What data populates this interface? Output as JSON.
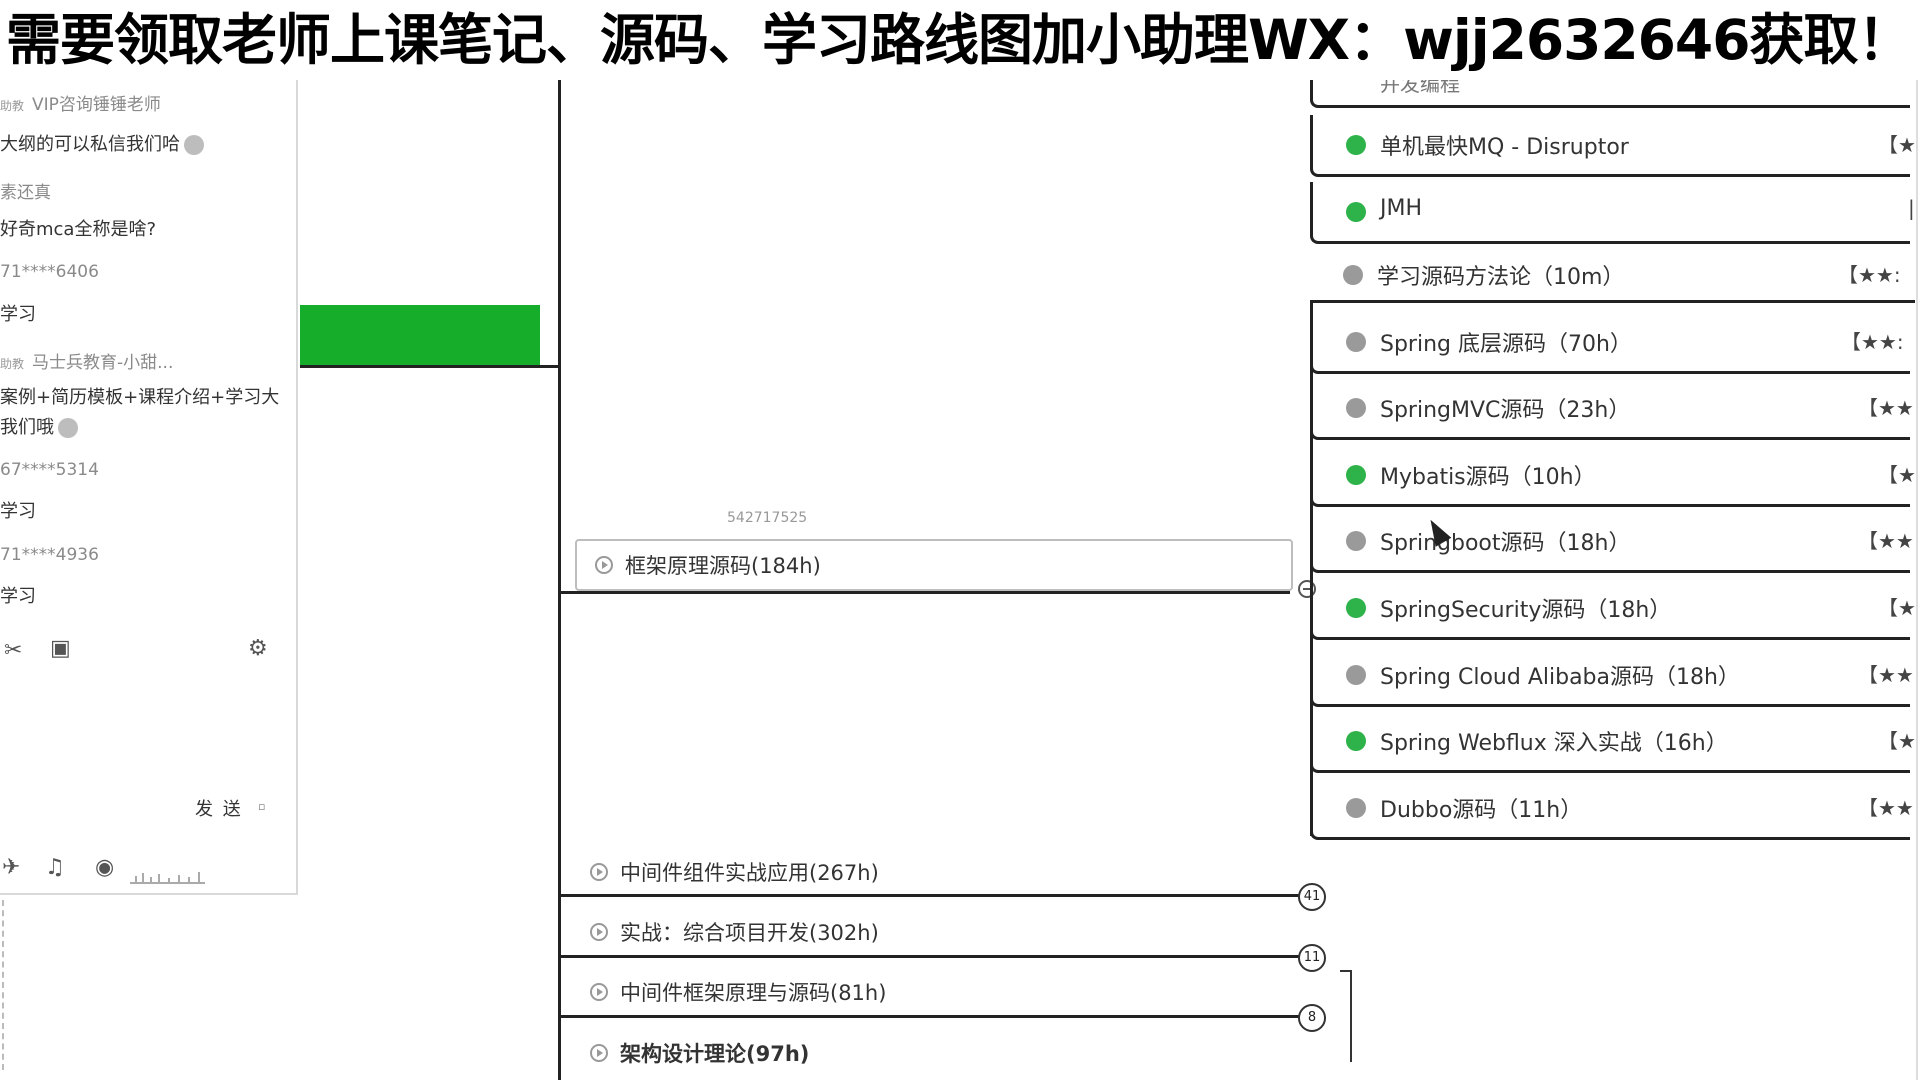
{
  "banner": {
    "text": "需要领取老师上课笔记、源码、学习路线图加小助理WX：wjj2632646获取！"
  },
  "chat": {
    "messages": [
      {
        "meta_prefix": "助教",
        "meta": "VIP咨询锤锤老师",
        "text": "大纲的可以私信我们哈"
      },
      {
        "meta": "素还真",
        "text": "好奇mca全称是啥?"
      },
      {
        "meta": "71****6406",
        "text": "学习"
      },
      {
        "meta_prefix": "助教",
        "meta": "马士兵教育-小甜...",
        "text": "案例+简历模板+课程介绍+学习大",
        "text2": "我们哦"
      },
      {
        "meta": "67****5314",
        "text": "学习"
      },
      {
        "meta": "71****4936",
        "text": "学习"
      }
    ],
    "send_label": "发 送",
    "send_arrow": "▫",
    "tools": {
      "scissors": "✂",
      "image": "▣",
      "settings": "⚙",
      "send_gift": "✈",
      "music": "♫",
      "webcam": "◉"
    }
  },
  "mindmap": {
    "qq_label": "542717525",
    "framework_node": "框架原理源码(184h)",
    "partial_top_item": "并发编程",
    "items": [
      {
        "label": "单机最快MQ - Disruptor",
        "status": "green",
        "stars": "【★"
      },
      {
        "label": "JMH",
        "status": "green",
        "stars": "|"
      },
      {
        "label": "学习源码方法论（10m）",
        "status": "gray",
        "stars": "【★★:"
      },
      {
        "label": "Spring 底层源码（70h）",
        "status": "gray",
        "stars": "【★★:"
      },
      {
        "label": "SpringMVC源码（23h）",
        "status": "gray",
        "stars": "【★★"
      },
      {
        "label": "Mybatis源码（10h）",
        "status": "green",
        "stars": "【★"
      },
      {
        "label": "Springboot源码（18h）",
        "status": "gray",
        "stars": "【★★"
      },
      {
        "label": "SpringSecurity源码（18h）",
        "status": "green",
        "stars": "【★"
      },
      {
        "label": "Spring Cloud Alibaba源码（18h）",
        "status": "gray",
        "stars": "【★★"
      },
      {
        "label": "Spring Webflux 深入实战（16h）",
        "status": "green",
        "stars": "【★"
      },
      {
        "label": "Dubbo源码（11h）",
        "status": "gray",
        "stars": "【★★"
      }
    ],
    "center_nodes": [
      {
        "label": "中间件组件实战应用(267h)",
        "count": "41"
      },
      {
        "label": "实战：综合项目开发(302h)",
        "count": "11"
      },
      {
        "label": "中间件框架原理与源码(81h)",
        "count": "8"
      },
      {
        "label": "架构设计理论(97h)"
      }
    ]
  },
  "colors": {
    "accent_green": "#16ad2a",
    "status_green": "#2eb24a",
    "status_gray": "#9a9a9a"
  }
}
